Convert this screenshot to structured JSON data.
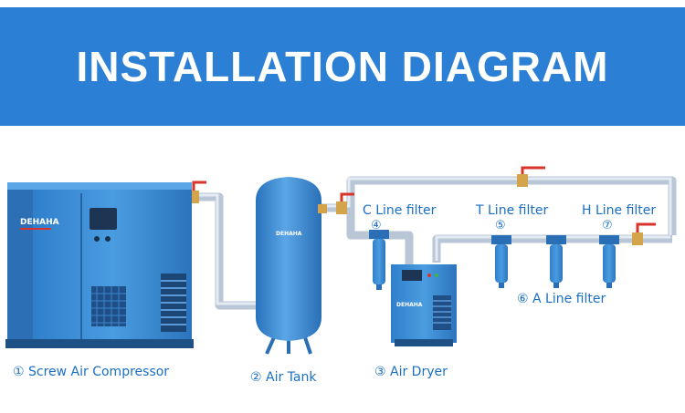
{
  "header": {
    "title": "INSTALLATION DIAGRAM"
  },
  "brand": {
    "compressor_logo": "DEHAHA",
    "tank_logo": "DEHAHA",
    "dryer_logo": "DEHAHA"
  },
  "components": [
    {
      "number": "①",
      "label": "Screw Air Compressor"
    },
    {
      "number": "②",
      "label": "Air Tank"
    },
    {
      "number": "③",
      "label": "Air Dryer"
    }
  ],
  "filters": [
    {
      "name": "C Line filter",
      "number": "④"
    },
    {
      "name": "T Line filter",
      "number": "⑤"
    },
    {
      "name": "H Line filter",
      "number": "⑦"
    },
    {
      "name": "⑥ A Line filter"
    }
  ],
  "colors": {
    "banner": "#2b7fd4",
    "equipment": "#3c8fd6",
    "pipe": "#c9d5e2",
    "valve": "#d9342b",
    "label": "#1a6fc4"
  }
}
